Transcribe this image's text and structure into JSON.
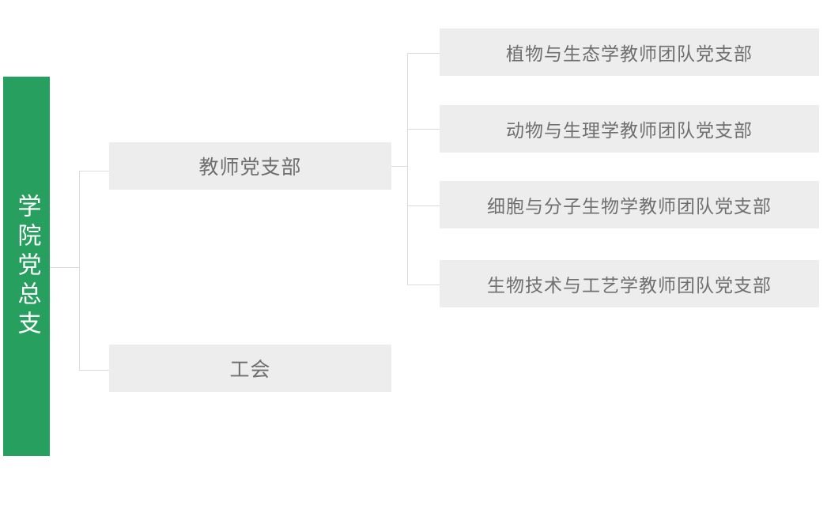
{
  "chart_data": {
    "type": "diagram",
    "subtype": "organizational-tree",
    "orientation": "left-to-right",
    "title": "",
    "colors": {
      "root_fill": "#27a05f",
      "root_text": "#ffffff",
      "node_fill": "#ededed",
      "node_text": "#6f6f6f",
      "connector": "#dcdcdc",
      "background": "#ffffff"
    },
    "nodes": [
      {
        "id": "root",
        "label": "学院党总支",
        "level": 1,
        "style": "green-vertical-bar",
        "text_orientation": "vertical",
        "children": [
          "teacher-branch",
          "labor-union"
        ]
      },
      {
        "id": "teacher-branch",
        "label": "教师党支部",
        "level": 2,
        "style": "grey-box",
        "children": [
          "plant-ecology",
          "animal-physiology",
          "cell-molecular",
          "biotech-technology"
        ]
      },
      {
        "id": "labor-union",
        "label": "工会",
        "level": 2,
        "style": "grey-box",
        "children": []
      },
      {
        "id": "plant-ecology",
        "label": "植物与生态学教师团队党支部",
        "level": 3,
        "style": "grey-box",
        "children": []
      },
      {
        "id": "animal-physiology",
        "label": "动物与生理学教师团队党支部",
        "level": 3,
        "style": "grey-box",
        "children": []
      },
      {
        "id": "cell-molecular",
        "label": "细胞与分子生物学教师团队党支部",
        "level": 3,
        "style": "grey-box",
        "children": []
      },
      {
        "id": "biotech-technology",
        "label": "生物技术与工艺学教师团队党支部",
        "level": 3,
        "style": "grey-box",
        "children": []
      }
    ]
  },
  "root": {
    "label": "学院党总支"
  },
  "level2": {
    "teacher": "教师党支部",
    "union": "工会"
  },
  "level3": {
    "plant": "植物与生态学教师团队党支部",
    "animal": "动物与生理学教师团队党支部",
    "cell": "细胞与分子生物学教师团队党支部",
    "biotech": "生物技术与工艺学教师团队党支部"
  }
}
